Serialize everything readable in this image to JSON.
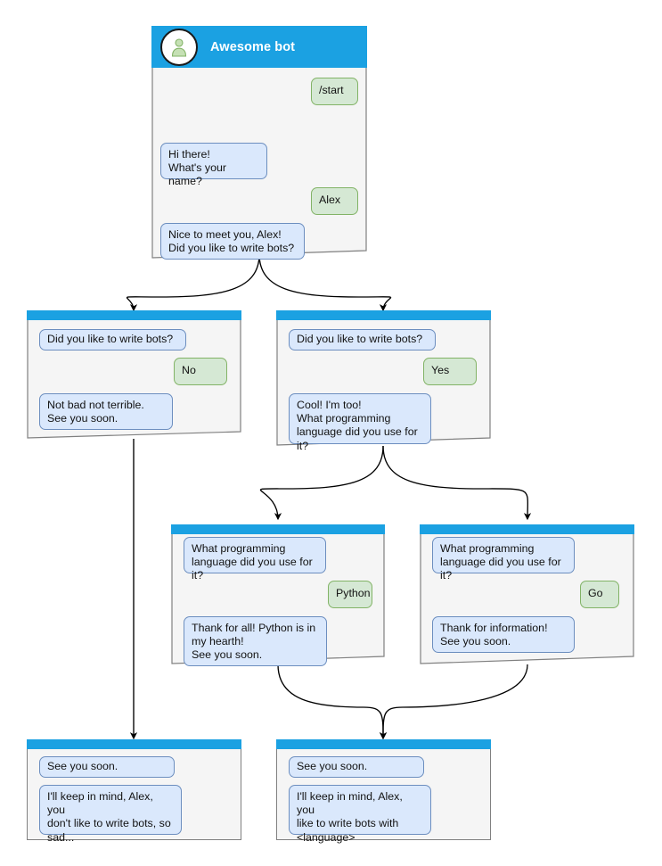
{
  "diagram": {
    "title": "Awesome bot conversation flow",
    "colors": {
      "header_blue": "#1ba1e2",
      "node_background": "#f5f5f5",
      "node_border": "#808080",
      "bot_bubble_fill": "#dae8fc",
      "bot_bubble_border": "#6c8ebf",
      "user_bubble_fill": "#d5e8d4",
      "user_bubble_border": "#82b366",
      "edge": "#000000",
      "canvas": "#ffffff"
    }
  },
  "nodes": {
    "root": {
      "id": "root",
      "header": {
        "avatar_icon": "person-avatar-icon",
        "title": "Awesome bot"
      },
      "messages": [
        {
          "side": "user",
          "text": "/start"
        },
        {
          "side": "bot",
          "text": "Hi there!\nWhat's your name?"
        },
        {
          "side": "user",
          "text": "Alex"
        },
        {
          "side": "bot",
          "text": "Nice to meet you, Alex!\nDid you like to write bots?"
        }
      ]
    },
    "no_branch": {
      "id": "no-branch",
      "messages": [
        {
          "side": "bot",
          "text": "Did you like to write bots?"
        },
        {
          "side": "user",
          "text": "No"
        },
        {
          "side": "bot",
          "text": "Not bad not terrible.\nSee you soon."
        }
      ]
    },
    "yes_branch": {
      "id": "yes-branch",
      "messages": [
        {
          "side": "bot",
          "text": "Did you like to write bots?"
        },
        {
          "side": "user",
          "text": "Yes"
        },
        {
          "side": "bot",
          "text": "Cool! I'm too!\nWhat programming\nlanguage did you use for it?"
        }
      ]
    },
    "python_branch": {
      "id": "python-branch",
      "messages": [
        {
          "side": "bot",
          "text": "What programming\nlanguage did you use for it?"
        },
        {
          "side": "user",
          "text": "Python"
        },
        {
          "side": "bot",
          "text": "Thank for all! Python is in\nmy hearth!\nSee you soon."
        }
      ]
    },
    "go_branch": {
      "id": "go-branch",
      "messages": [
        {
          "side": "bot",
          "text": "What programming\nlanguage did you use for it?"
        },
        {
          "side": "user",
          "text": "Go"
        },
        {
          "side": "bot",
          "text": "Thank for information!\nSee you soon."
        }
      ]
    },
    "end_sad": {
      "id": "end-sad",
      "messages": [
        {
          "side": "bot",
          "text": "See you soon."
        },
        {
          "side": "bot",
          "text": "I'll keep in mind, Alex, you\ndon't like to write bots, so\nsad..."
        }
      ]
    },
    "end_happy": {
      "id": "end-happy",
      "messages": [
        {
          "side": "bot",
          "text": "See you soon."
        },
        {
          "side": "bot",
          "text": "I'll keep in mind, Alex, you\nlike to write bots with\n<language>"
        }
      ]
    }
  },
  "edges": [
    {
      "from": "root",
      "to": "no_branch"
    },
    {
      "from": "root",
      "to": "yes_branch"
    },
    {
      "from": "no_branch",
      "to": "end_sad"
    },
    {
      "from": "yes_branch",
      "to": "python_branch"
    },
    {
      "from": "yes_branch",
      "to": "go_branch"
    },
    {
      "from": "python_branch",
      "to": "end_happy"
    },
    {
      "from": "go_branch",
      "to": "end_happy"
    }
  ]
}
